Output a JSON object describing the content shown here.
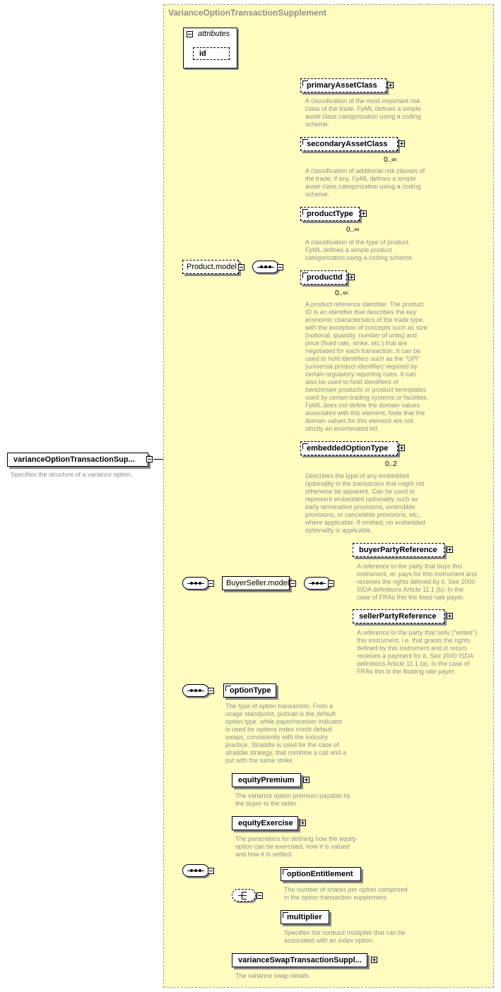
{
  "group": {
    "title": "VarianceOptionTransactionSupplement"
  },
  "root": {
    "label": "varianceOptionTransactionSup...",
    "description": "Specifies the structure of a variance option."
  },
  "attributes": {
    "label": "attributes",
    "items": [
      "id"
    ]
  },
  "product_model": {
    "label": "Product.model"
  },
  "buyerseller_model": {
    "label": "BuyerSeller.model"
  },
  "elements": {
    "primaryAssetClass": {
      "label": "primaryAssetClass",
      "cardinality": "",
      "description": [
        "A classification of the most important risk",
        "class of the trade. FpML defines a simple",
        "asset class categorization using a coding",
        "scheme."
      ]
    },
    "secondaryAssetClass": {
      "label": "secondaryAssetClass",
      "cardinality": "0..∞",
      "description": [
        "A classification of additional risk classes of",
        "the trade, if any. FpML defines a simple",
        "asset class categorization using a coding",
        "scheme."
      ]
    },
    "productType": {
      "label": "productType",
      "cardinality": "0..∞",
      "description": [
        "A classification of the type of product.",
        "FpML defines a simple product",
        "categorization using a coding scheme."
      ]
    },
    "productId": {
      "label": "productId",
      "cardinality": "0..∞",
      "description": [
        "A product reference identifier. The product",
        "ID is an identifier that describes the key",
        "economic characteristics of the trade type,",
        "with the exception of concepts such as size",
        "(notional, quantity, number of units) and",
        "price (fixed rate, strike, etc.) that are",
        "negotiated for each transaction. It can be",
        "used to hold identifiers such as the \"UPI\"",
        "(universal product identifier) required by",
        "certain regulatory reporting rules. It can",
        "also be used to hold identifiers of",
        "benchmark products or product temnplates",
        "used by certain trading systems or facilities.",
        "FpML does not define the domain values",
        "associated with this element. Note that the",
        "domain values for this element are not",
        "strictly an enumerated list."
      ]
    },
    "embeddedOptionType": {
      "label": "embeddedOptionType",
      "cardinality": "0..2",
      "description": [
        "Describes the type of any embedded",
        "optionality in the transaction that might not",
        "otherwise be apparent. Can be used to",
        "represent embedded optionality such as",
        "early termination provisions, extendible",
        "provisions, or cancelable provisions, etc.,",
        "where applicable. If omitted, no embedded",
        "optionality is applicable."
      ]
    },
    "buyerPartyReference": {
      "label": "buyerPartyReference",
      "description": [
        "A reference to the party that buys this",
        "instrument, ie. pays for this instrument and",
        "receives the rights defined by it. See 2000",
        "ISDA definitions Article 11.1 (b). In the",
        "case of FRAs this the fixed rate payer."
      ]
    },
    "sellerPartyReference": {
      "label": "sellerPartyReference",
      "description": [
        "A reference to the party that sells (\"writes\")",
        "this instrument, i.e. that grants the rights",
        "defined by this instrument and in return",
        "receives a payment for it. See 2000 ISDA",
        "definitions Article 11.1 (a). In the case of",
        "FRAs this is the floating rate payer."
      ]
    },
    "optionType": {
      "label": "optionType",
      "description": [
        "The type of option transaction. From a",
        "usage standpoint, put/call is the default",
        "option type, while payer/receiver indicator",
        "is used for options index credit default",
        "swaps, consistently with the industry",
        "practice. Straddle is used for the case of",
        "straddle strategy, that combine a call and a",
        "put with the same strike."
      ]
    },
    "equityPremium": {
      "label": "equityPremium",
      "description": [
        "The variance option premium payable by",
        "the buyer to the seller."
      ]
    },
    "equityExercise": {
      "label": "equityExercise",
      "description": [
        "The parameters for defining how the equity",
        "option can be exercised, how it is valued",
        "and how it is settled."
      ]
    },
    "optionEntitlement": {
      "label": "optionEntitlement",
      "description": [
        "The number of shares per option comprised",
        "in the option transaction supplement."
      ]
    },
    "multiplier": {
      "label": "multiplier",
      "description": [
        "Specifies the contract multiplier that can be",
        "associated with an index option."
      ]
    },
    "varianceSwapTransactionSupplement": {
      "label": "varianceSwapTransactionSuppl...",
      "description": [
        "The variance swap details."
      ]
    }
  }
}
